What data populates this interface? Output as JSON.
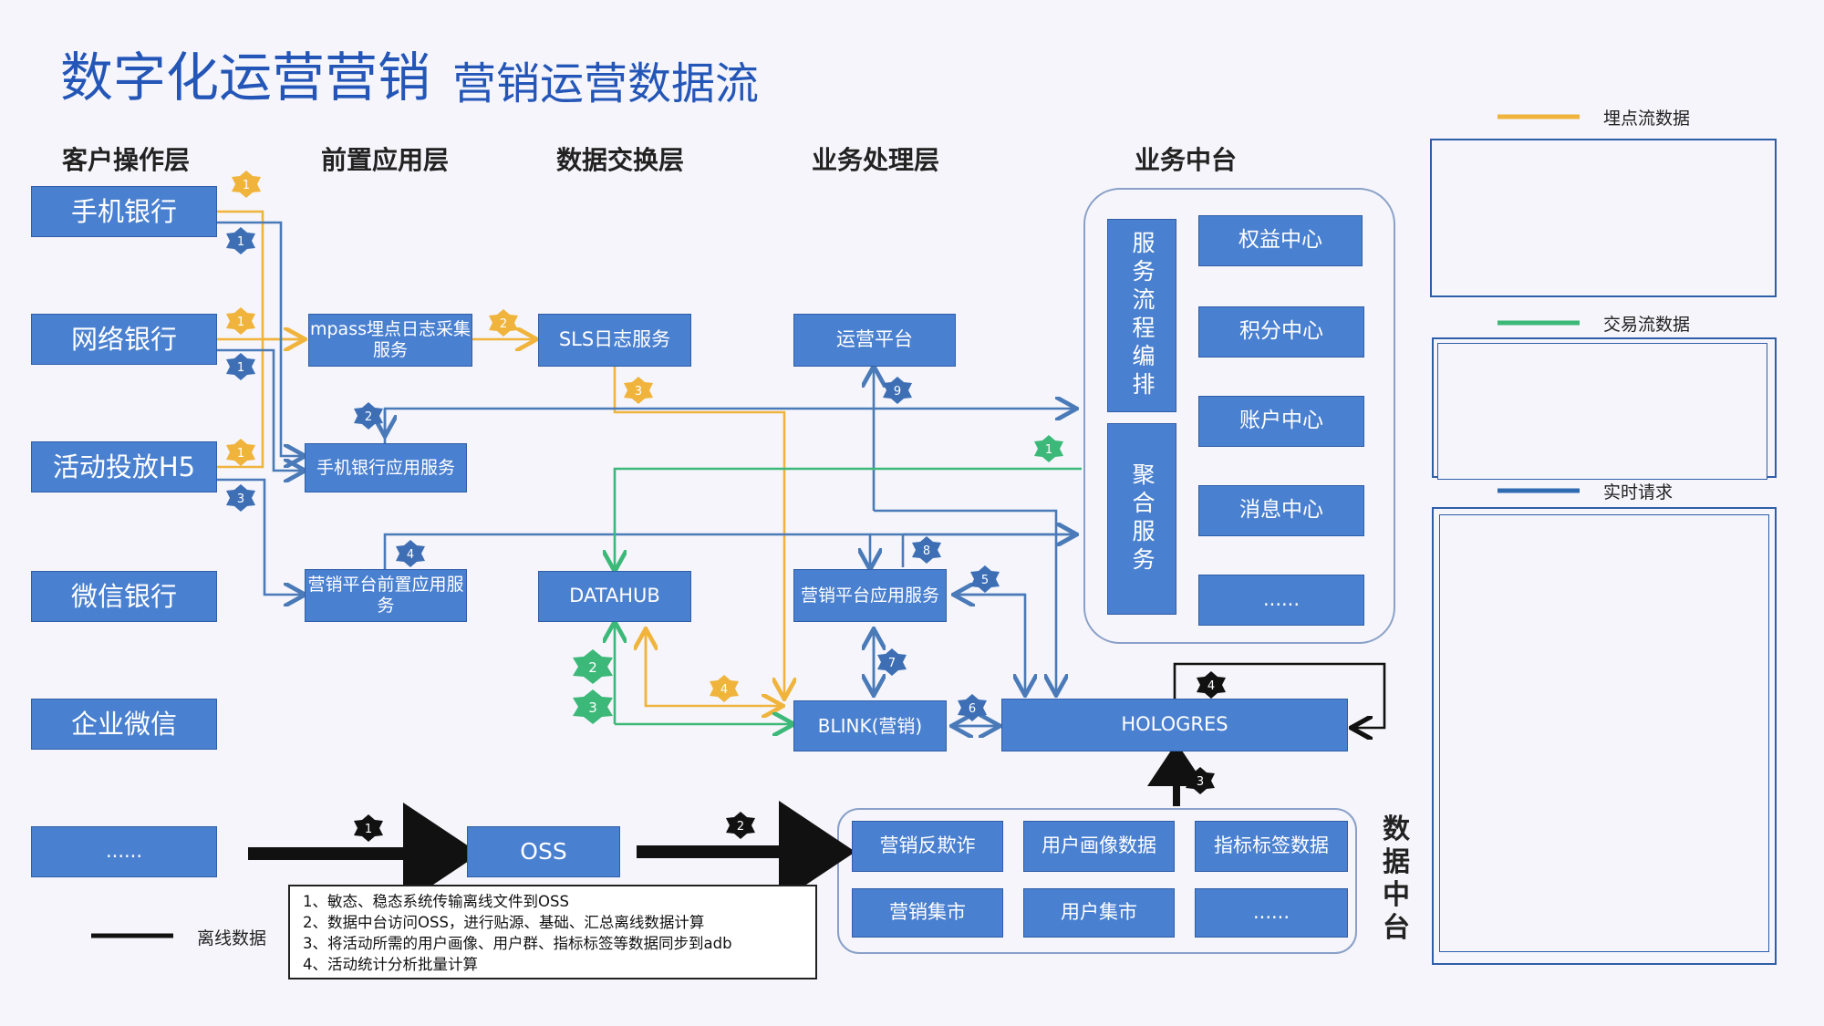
{
  "title": {
    "main": "数字化运营营销",
    "sub": "营销运营数据流"
  },
  "columns": {
    "client": "客户操作层",
    "front": "前置应用层",
    "exchange": "数据交换层",
    "business": "业务处理层",
    "platform": "业务中台"
  },
  "clients": [
    "手机银行",
    "网络银行",
    "活动投放H5",
    "微信银行",
    "企业微信",
    "......"
  ],
  "front_apps": {
    "mpass": "mpass埋点日志采集服务",
    "mobile": "手机银行应用服务",
    "marketing_front": "营销平台前置应用服务"
  },
  "exchange": {
    "sls": "SLS日志服务",
    "datahub": "DATAHUB",
    "oss": "OSS"
  },
  "business": {
    "ops": "运营平台",
    "mkt_app": "营销平台应用服务",
    "blink": "BLINK(营销)",
    "hologres": "HOLOGRES"
  },
  "platform": {
    "flow": "服务流程编排",
    "agg": "聚合服务",
    "items": [
      "权益中心",
      "积分中心",
      "账户中心",
      "消息中心",
      "......"
    ]
  },
  "data_platform": {
    "label": "数据中台",
    "items": [
      "营销反欺诈",
      "用户画像数据",
      "指标标签数据",
      "营销集市",
      "用户集市",
      "......"
    ]
  },
  "legend": {
    "tracking": "埋点流数据",
    "transaction": "交易流数据",
    "realtime": "实时请求",
    "offline": "离线数据"
  },
  "notes": [
    "1、敏态、稳态系统传输离线文件到OSS",
    "2、数据中台访问OSS，进行贴源、基础、汇总离线数据计算",
    "3、将活动所需的用户画像、用户群、指标标签等数据同步到adb",
    "4、活动统计分析批量计算"
  ],
  "colors": {
    "tracking": "#f0b43c",
    "transaction": "#3cb878",
    "realtime": "#2f6bb0",
    "offline": "#111111",
    "box": "#4a80d0"
  }
}
